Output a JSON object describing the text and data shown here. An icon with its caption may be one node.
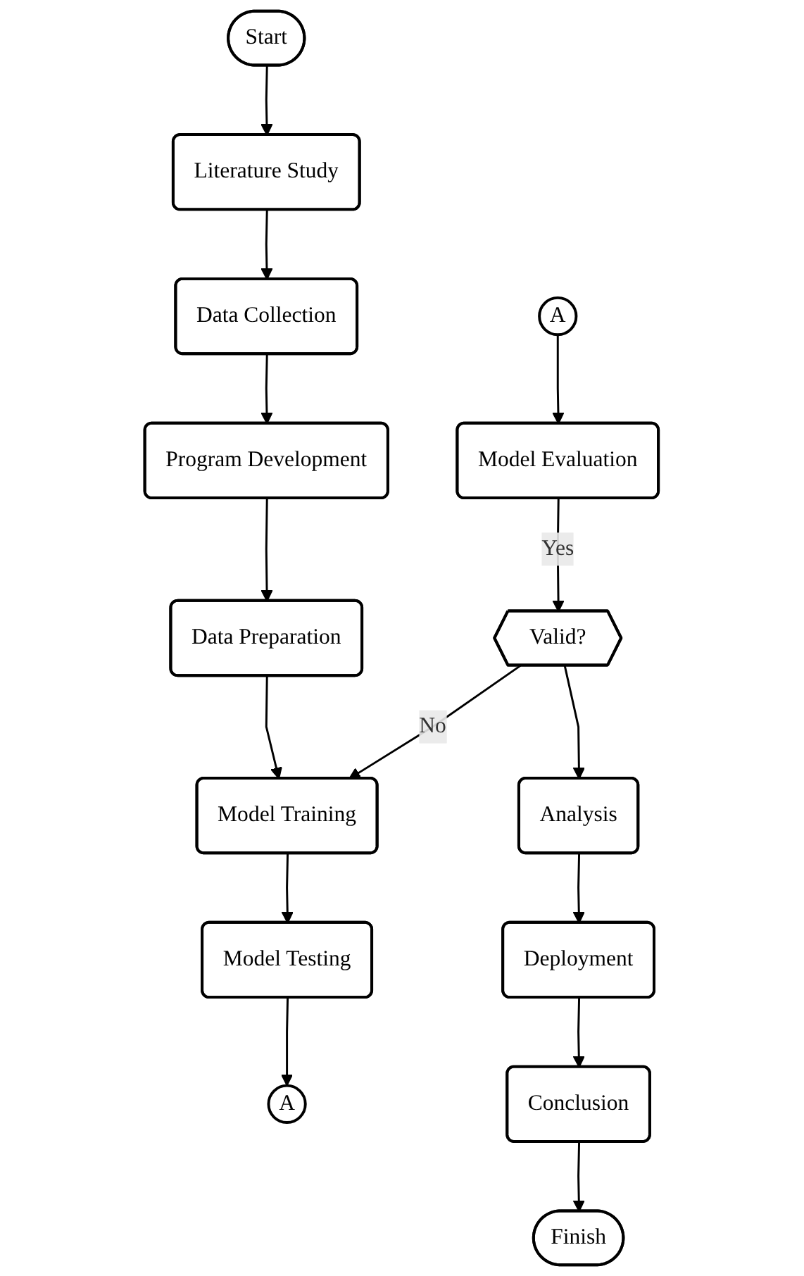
{
  "diagram": {
    "nodes": [
      {
        "text": [
          "Start"
        ]
      },
      {
        "text": [
          "Literature Study"
        ]
      },
      {
        "text": [
          "Data Collection"
        ]
      },
      {
        "text": [
          "Program Development"
        ]
      },
      {
        "text": [
          "Data Preparation"
        ]
      },
      {
        "text": [
          "Model Training"
        ]
      },
      {
        "text": [
          "Model Testing"
        ]
      },
      {
        "text": [
          "A"
        ]
      },
      {
        "text": [
          "A"
        ]
      },
      {
        "text": [
          "Model Evaluation"
        ]
      },
      {
        "text": [
          "Valid?"
        ]
      },
      {
        "text": [
          "Analysis"
        ]
      },
      {
        "text": [
          "Deployment"
        ]
      },
      {
        "text": [
          "Conclusion"
        ]
      },
      {
        "text": [
          "Finish"
        ]
      }
    ],
    "edges": [
      {
        "from": 0,
        "to": 1,
        "arrow": "to"
      },
      {
        "from": 1,
        "to": 2,
        "arrow": "to"
      },
      {
        "from": 2,
        "to": 3,
        "arrow": "to"
      },
      {
        "from": 3,
        "to": 4,
        "arrow": "to"
      },
      {
        "from": 4,
        "to": 5,
        "arrow": "to"
      },
      {
        "from": 5,
        "to": 6,
        "arrow": "to"
      },
      {
        "from": 6,
        "to": 7,
        "arrow": "to"
      },
      {
        "from": 8,
        "to": 9,
        "arrow": "to"
      },
      {
        "from": 9,
        "to": 10,
        "arrow": "to",
        "label": "Yes"
      },
      {
        "from": 10,
        "to": 5,
        "arrow": "to",
        "label": "No"
      },
      {
        "from": 10,
        "to": 11,
        "arrow": "to"
      },
      {
        "from": 11,
        "to": 12,
        "arrow": "to"
      },
      {
        "from": 12,
        "to": 13,
        "arrow": "to"
      },
      {
        "from": 13,
        "to": 14,
        "arrow": "to"
      }
    ]
  }
}
